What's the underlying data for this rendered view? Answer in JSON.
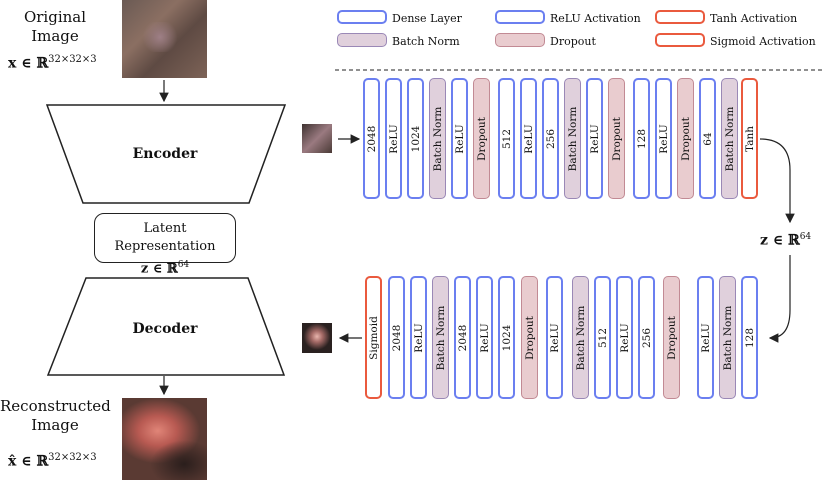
{
  "original": {
    "title_line1": "Original",
    "title_line2": "Image",
    "math": "x ∈ ℝ",
    "sup": "32×32×3"
  },
  "encoder": {
    "label": "Encoder"
  },
  "latent": {
    "line1": "Latent Representation",
    "line2": "z ∈ ℝ",
    "sup": "64"
  },
  "decoder": {
    "label": "Decoder"
  },
  "reconstructed": {
    "title_line1": "Reconstructed",
    "title_line2": "Image",
    "math": "x̂ ∈ ℝ",
    "sup": "32×32×3"
  },
  "z_label": {
    "text": "z ∈ ℝ",
    "sup": "64"
  },
  "legend": [
    {
      "kind": "dense",
      "label": "Dense Layer"
    },
    {
      "kind": "relu",
      "label": "ReLU Activation"
    },
    {
      "kind": "tanh",
      "label": "Tanh Activation"
    },
    {
      "kind": "bn",
      "label": "Batch Norm"
    },
    {
      "kind": "drop",
      "label": "Dropout"
    },
    {
      "kind": "sig",
      "label": "Sigmoid Activation"
    }
  ],
  "encoder_layers": [
    {
      "kind": "dense",
      "label": "2048"
    },
    {
      "kind": "relu",
      "label": "ReLU"
    },
    {
      "kind": "dense",
      "label": "1024"
    },
    {
      "kind": "bn",
      "label": "Batch Norm"
    },
    {
      "kind": "relu",
      "label": "ReLU"
    },
    {
      "kind": "drop",
      "label": "Dropout"
    },
    {
      "kind": "dense",
      "label": "512"
    },
    {
      "kind": "relu",
      "label": "ReLU"
    },
    {
      "kind": "dense",
      "label": "256"
    },
    {
      "kind": "bn",
      "label": "Batch Norm"
    },
    {
      "kind": "relu",
      "label": "ReLU"
    },
    {
      "kind": "drop",
      "label": "Dropout"
    },
    {
      "kind": "dense",
      "label": "128"
    },
    {
      "kind": "relu",
      "label": "ReLU"
    },
    {
      "kind": "drop",
      "label": "Dropout"
    },
    {
      "kind": "dense",
      "label": "64"
    },
    {
      "kind": "bn",
      "label": "Batch Norm"
    },
    {
      "kind": "tanh",
      "label": "Tanh"
    }
  ],
  "decoder_layers": [
    {
      "kind": "sig",
      "label": "Sigmoid"
    },
    {
      "kind": "dense",
      "label": "2048"
    },
    {
      "kind": "relu",
      "label": "ReLU"
    },
    {
      "kind": "bn",
      "label": "Batch Norm"
    },
    {
      "kind": "dense",
      "label": "2048"
    },
    {
      "kind": "relu",
      "label": "ReLU"
    },
    {
      "kind": "dense",
      "label": "1024"
    },
    {
      "kind": "drop",
      "label": "Dropout"
    },
    {
      "kind": "relu",
      "label": "ReLU"
    },
    {
      "kind": "bn",
      "label": "Batch Norm"
    },
    {
      "kind": "dense",
      "label": "512"
    },
    {
      "kind": "relu",
      "label": "ReLU"
    },
    {
      "kind": "dense",
      "label": "256"
    },
    {
      "kind": "drop",
      "label": "Dropout"
    },
    {
      "kind": "relu",
      "label": "ReLU"
    },
    {
      "kind": "bn",
      "label": "Batch Norm"
    },
    {
      "kind": "dense",
      "label": "128"
    }
  ]
}
